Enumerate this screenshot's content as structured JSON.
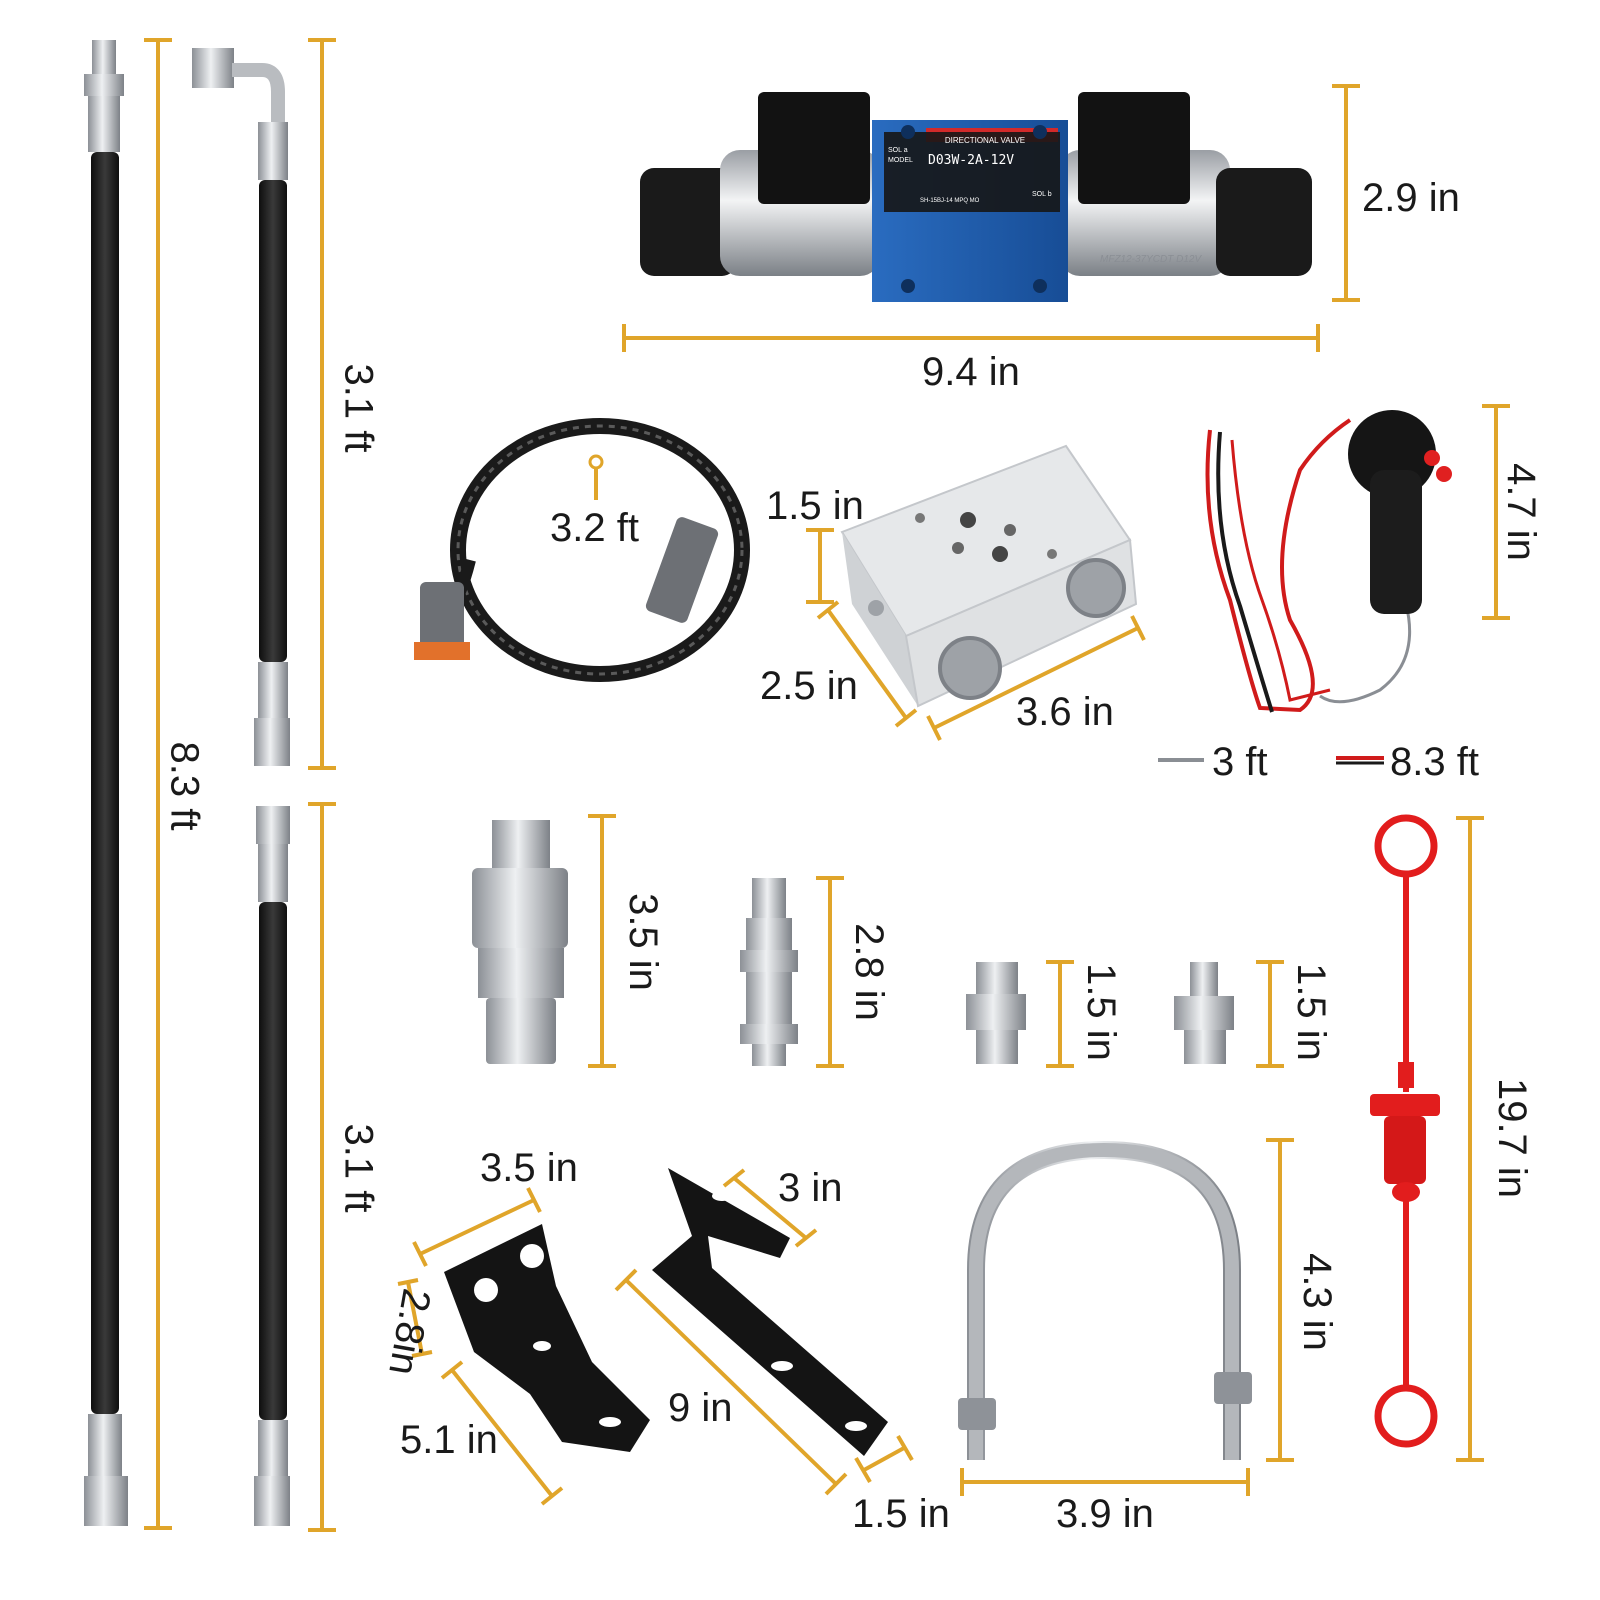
{
  "colors": {
    "dimension_line": "#e0a52a",
    "hose": "#1c1c1c",
    "steel": "#b9bcc0",
    "valve_blue": "#1f5fb0",
    "wire_red": "#d01b1b",
    "plug_red": "#e21d1d"
  },
  "parts": {
    "valve_plate": {
      "header": "DIRECTIONAL VALVE",
      "sol_a": "SOL a",
      "sol_b": "SOL b",
      "model_label": "MODEL",
      "model": "D03W-2A-12V",
      "code": "SH-15BJ-14 MPQ MO",
      "coil": "MFZ12-37YCDT D12V"
    }
  },
  "dimensions": {
    "hose_left_length": "8.3 ft",
    "hose_top_length": "3.1 ft",
    "hose_bottom_length": "3.1 ft",
    "valve_height": "2.9 in",
    "valve_width": "9.4 in",
    "harness_length": "3.2 ft",
    "block_height": "1.5 in",
    "block_depth": "2.5 in",
    "block_width": "3.6 in",
    "joystick_height": "4.7 in",
    "grey_wire_length": "3 ft",
    "red_wire_length": "8.3 ft",
    "coupler_length": "3.5 in",
    "bulkhead_length": "2.8 in",
    "adapter1_length": "1.5 in",
    "adapter2_length": "1.5 in",
    "pin_length": "19.7 in",
    "bracket1_top": "3.5 in",
    "bracket1_side": "2.8in",
    "bracket1_bottom": "5.1 in",
    "bracket2_top": "3 in",
    "bracket2_length": "9 in",
    "bracket2_tab": "1.5 in",
    "ubolt_height": "4.3 in",
    "ubolt_width": "3.9 in"
  }
}
